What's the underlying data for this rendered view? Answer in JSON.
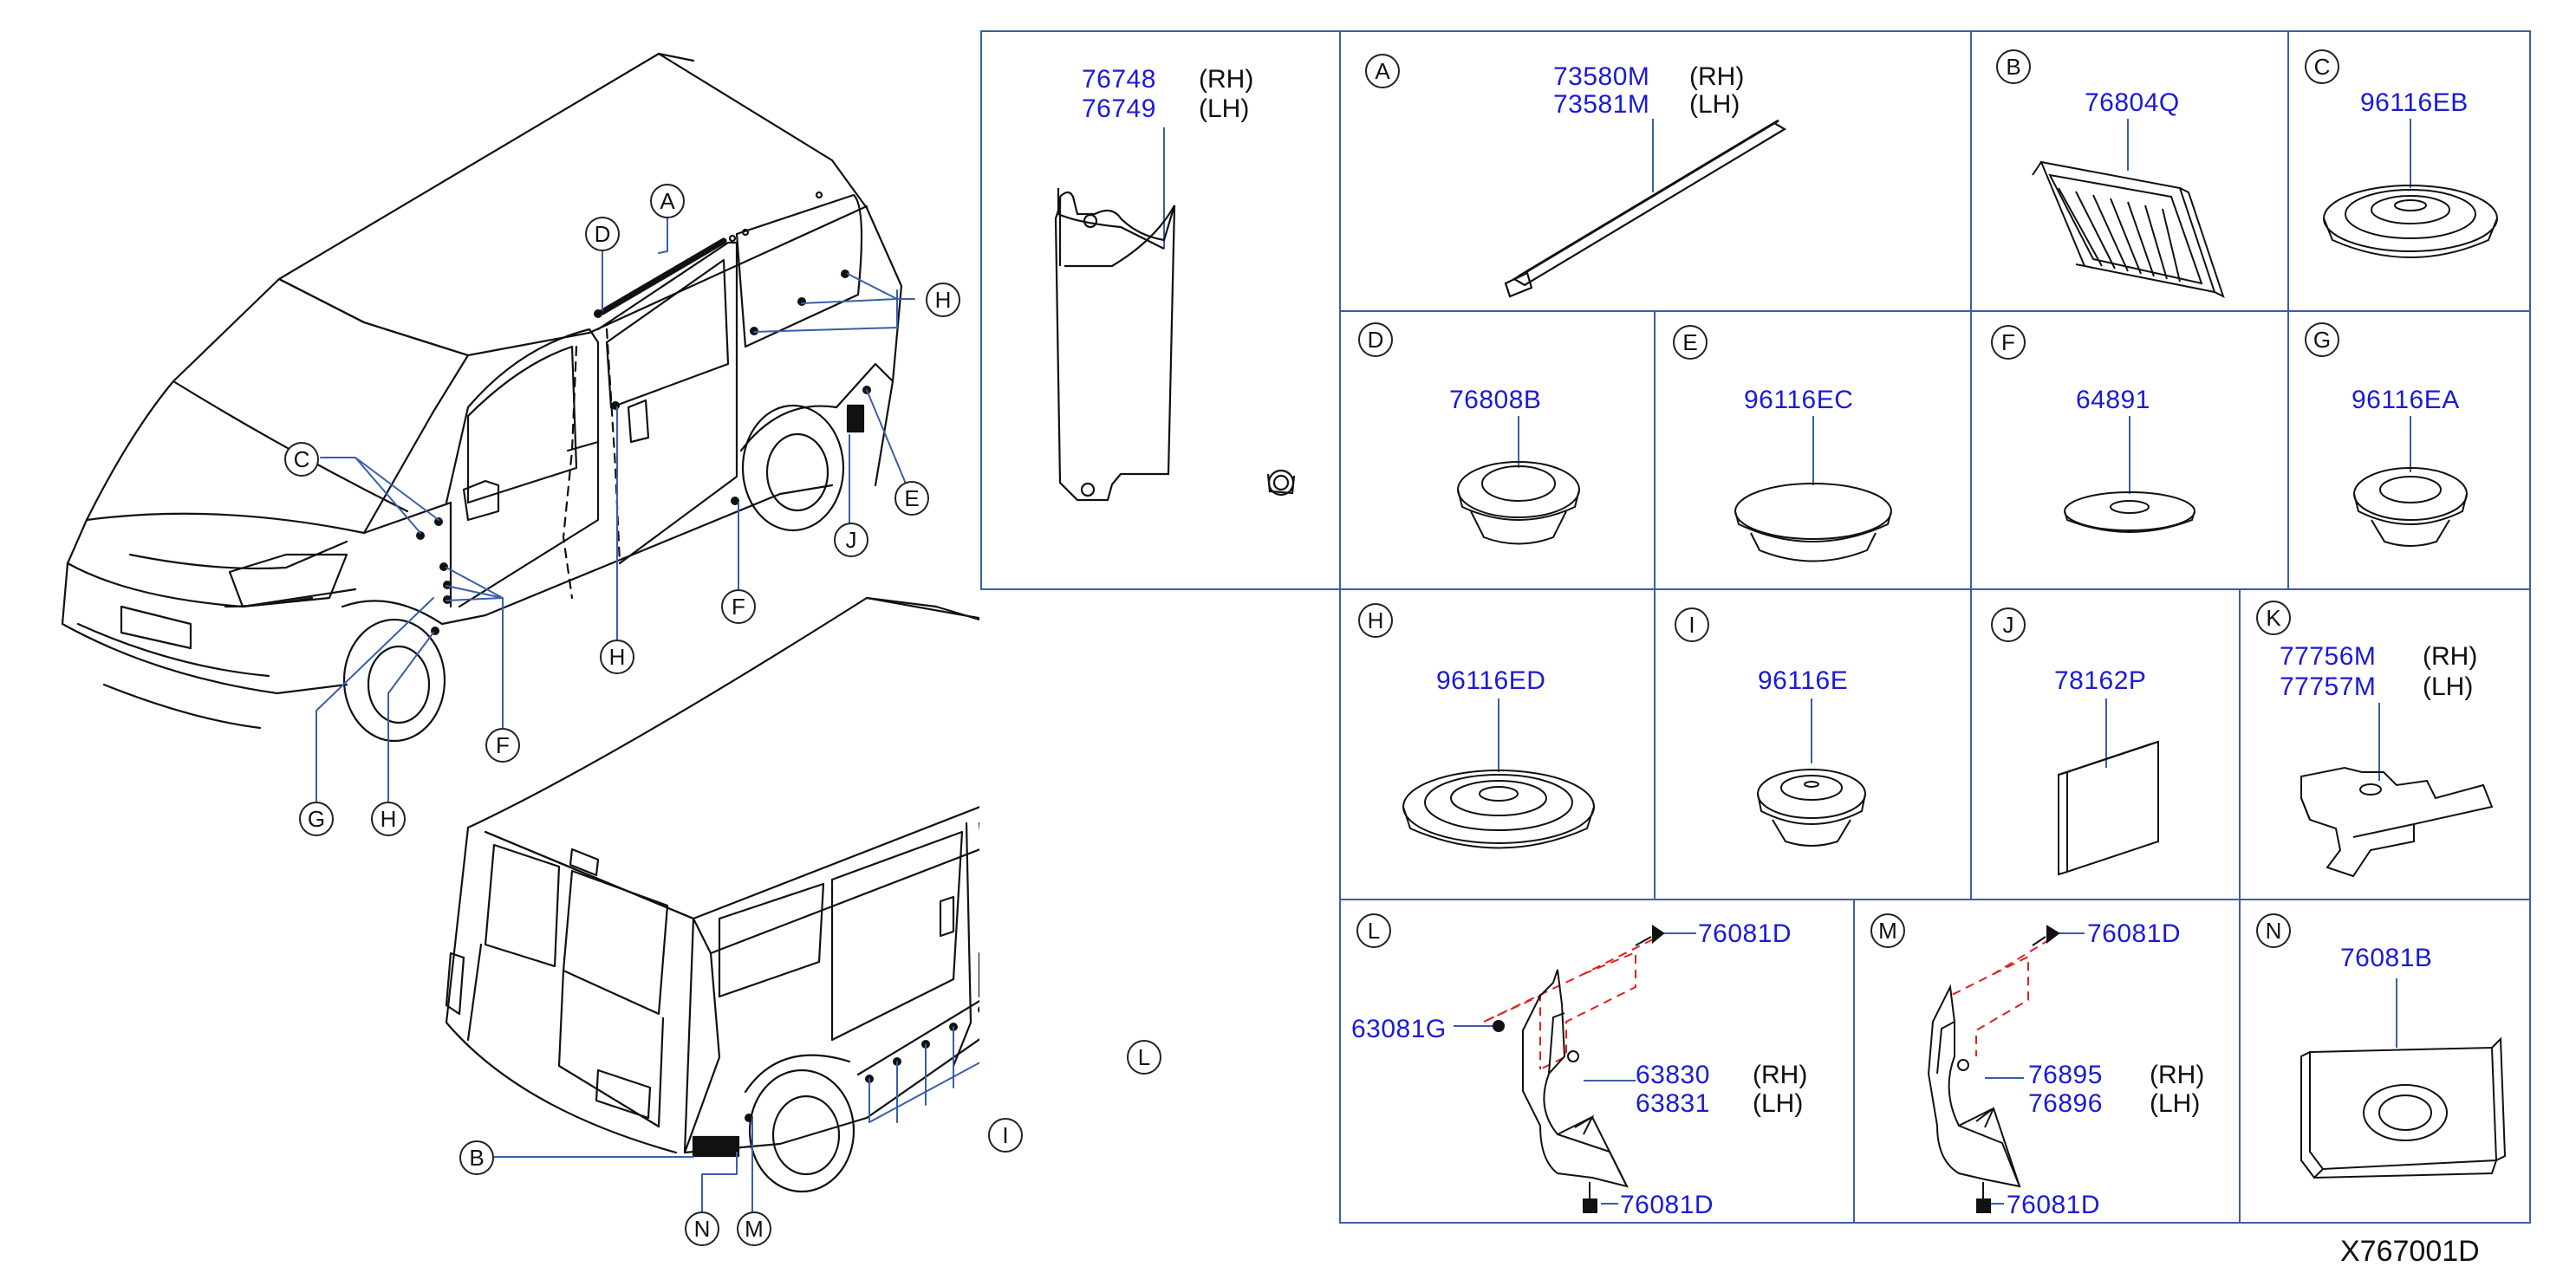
{
  "diagram_ref": "X767001D",
  "callout_letters": [
    "A",
    "B",
    "C",
    "D",
    "E",
    "F",
    "G",
    "H",
    "I",
    "J",
    "K",
    "L",
    "M",
    "N"
  ],
  "side_rh": "(RH)",
  "side_lh": "(LH)",
  "panels": {
    "main": {
      "pn1": "76748",
      "pn2": "76749"
    },
    "A": {
      "letter": "A",
      "pn1": "73580M",
      "pn2": "73581M"
    },
    "B": {
      "letter": "B",
      "pn": "76804Q"
    },
    "C": {
      "letter": "C",
      "pn": "96116EB"
    },
    "D": {
      "letter": "D",
      "pn": "76808B"
    },
    "E": {
      "letter": "E",
      "pn": "96116EC"
    },
    "F": {
      "letter": "F",
      "pn": "64891"
    },
    "G": {
      "letter": "G",
      "pn": "96116EA"
    },
    "H": {
      "letter": "H",
      "pn": "96116ED"
    },
    "I": {
      "letter": "I",
      "pn": "96116E"
    },
    "J": {
      "letter": "J",
      "pn": "78162P"
    },
    "K": {
      "letter": "K",
      "pn1": "77756M",
      "pn2": "77757M"
    },
    "L": {
      "letter": "L",
      "bolt": "76081D",
      "clip": "63081G",
      "pn1": "63830",
      "pn2": "63831"
    },
    "M": {
      "letter": "M",
      "bolt": "76081D",
      "pn1": "76895",
      "pn2": "76896"
    },
    "N": {
      "letter": "N",
      "pn": "76081B"
    }
  }
}
